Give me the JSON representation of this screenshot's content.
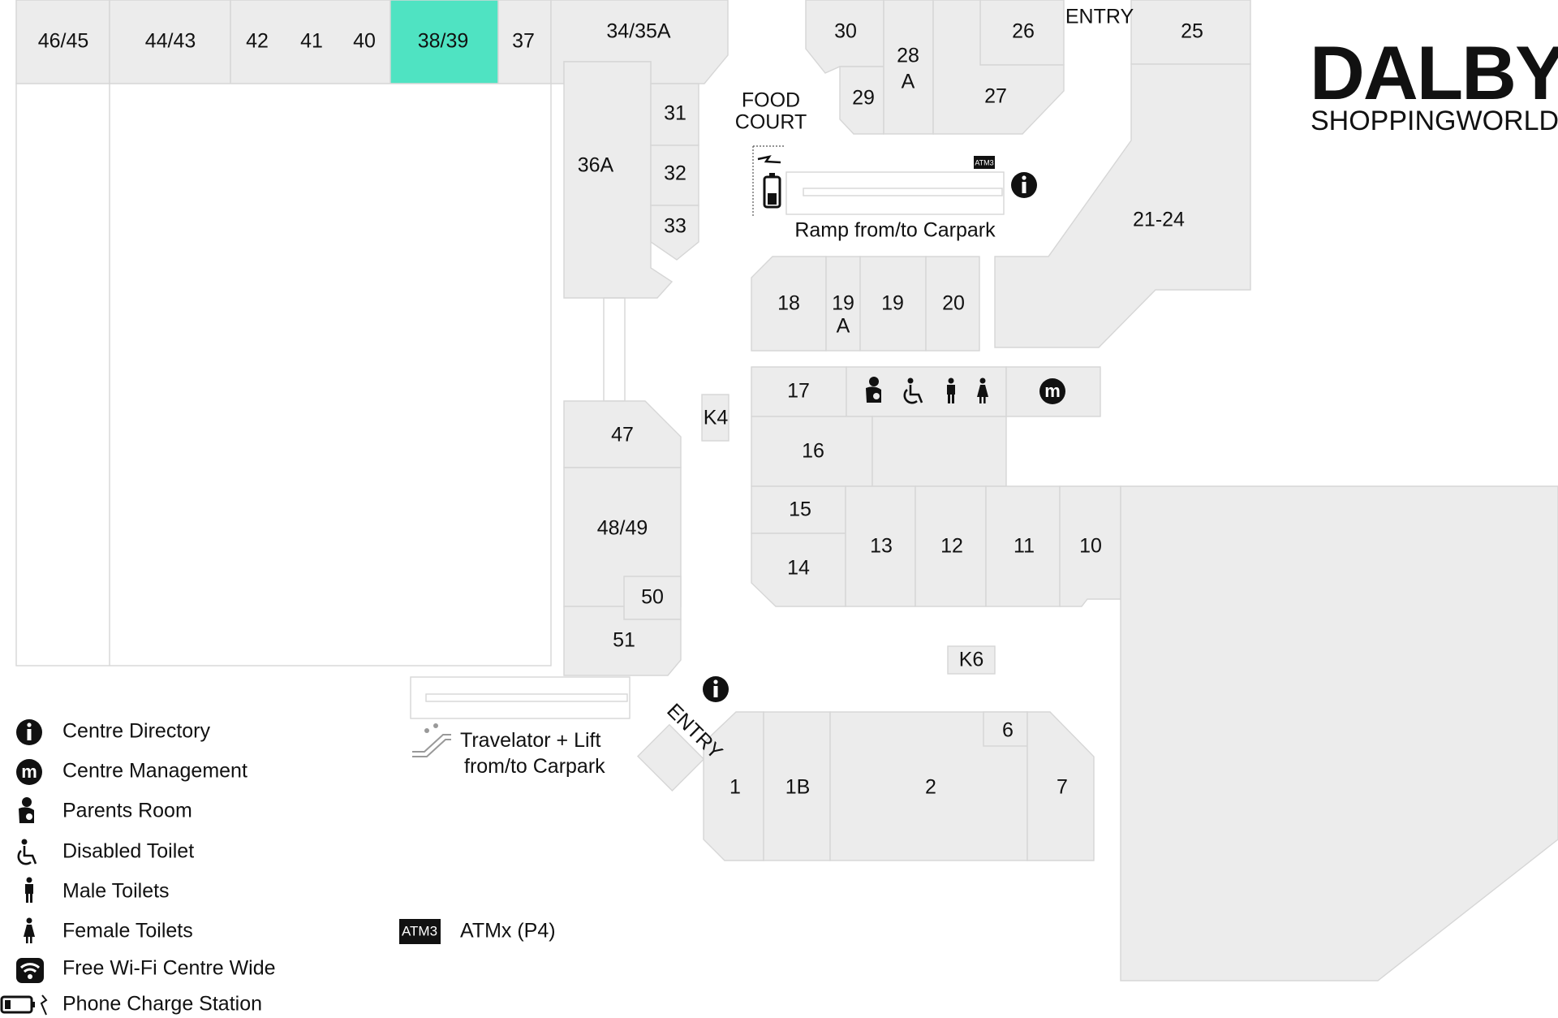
{
  "brand": {
    "name": "DALBY",
    "subtitle": "SHOPPINGWORLD"
  },
  "highlight_color": "#4fe3c2",
  "shops": {
    "s46_45": "46/45",
    "s44_43": "44/43",
    "s42": "42",
    "s41": "41",
    "s40": "40",
    "s38_39": "38/39",
    "s37": "37",
    "s34_35a": "34/35A",
    "s30": "30",
    "s28a_1": "28",
    "s28a_2": "A",
    "s29": "29",
    "s26": "26",
    "s27": "27",
    "s25": "25",
    "s31": "31",
    "s32": "32",
    "s33": "33",
    "s36a": "36A",
    "s21_24": "21-24",
    "s18": "18",
    "s19a_1": "19",
    "s19a_2": "A",
    "s19": "19",
    "s20": "20",
    "s17": "17",
    "s16": "16",
    "s15": "15",
    "s14": "14",
    "s13": "13",
    "s12": "12",
    "s11": "11",
    "s10": "10",
    "s47": "47",
    "s48_49": "48/49",
    "s50": "50",
    "s51": "51",
    "k4": "K4",
    "k6": "K6",
    "s1": "1",
    "s1b": "1B",
    "s2": "2",
    "s6": "6",
    "s7": "7"
  },
  "labels": {
    "entry_top": "ENTRY",
    "entry_bottom": "ENTRY",
    "food_court_1": "FOOD",
    "food_court_2": "COURT",
    "ramp": "Ramp from/to Carpark",
    "travelator_1": "Travelator + Lift",
    "travelator_2": "from/to Carpark",
    "atm_badge": "ATM3"
  },
  "legend": [
    {
      "icon": "info-icon",
      "label": "Centre Directory"
    },
    {
      "icon": "management-icon",
      "label": "Centre Management"
    },
    {
      "icon": "parents-room-icon",
      "label": "Parents Room"
    },
    {
      "icon": "disabled-toilet-icon",
      "label": "Disabled Toilet"
    },
    {
      "icon": "male-toilet-icon",
      "label": "Male Toilets"
    },
    {
      "icon": "female-toilet-icon",
      "label": "Female Toilets"
    },
    {
      "icon": "wifi-icon",
      "label": "Free Wi-Fi Centre Wide"
    },
    {
      "icon": "phone-charge-icon",
      "label": "Phone Charge Station"
    }
  ],
  "atm_legend": {
    "badge": "ATM3",
    "label": "ATMx (P4)"
  }
}
